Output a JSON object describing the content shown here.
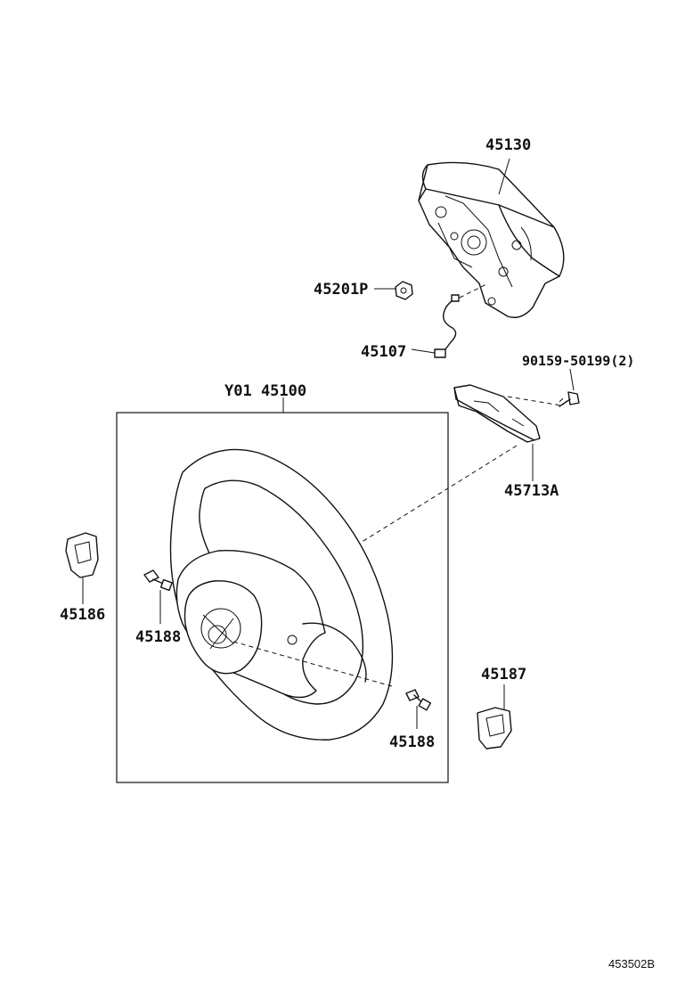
{
  "labels": {
    "p45130": "45130",
    "p45201p": "45201P",
    "p45107": "45107",
    "p90159": "90159-50199(2)",
    "p45100": "Y01 45100",
    "p45713a": "45713A",
    "p45186": "45186",
    "p45188_left": "45188",
    "p45188_right": "45188",
    "p45187": "45187"
  },
  "diagram_code": "453502B"
}
